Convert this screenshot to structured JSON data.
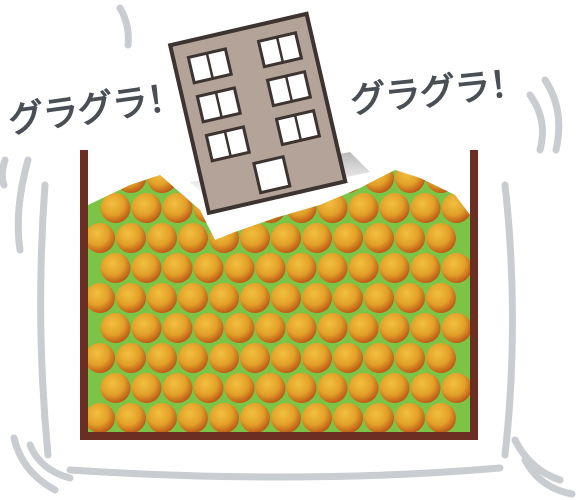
{
  "sound_effects": {
    "left": "グラグラ！",
    "right": "グラグラ！"
  },
  "colors": {
    "container_wall": "#6b2e22",
    "ground_fill": "#7cc445",
    "particle_center": "#e2a028",
    "particle_edge": "#c25a18",
    "building_body": "#b3a398",
    "building_outline": "#3d3330",
    "window": "#ffffff",
    "motion_lines": "#c9ccd0",
    "text": "#4a4f55"
  },
  "icons": {
    "building": "tilting-building-icon",
    "particles": "soil-particle-icon",
    "shake": "shake-motion-lines"
  }
}
